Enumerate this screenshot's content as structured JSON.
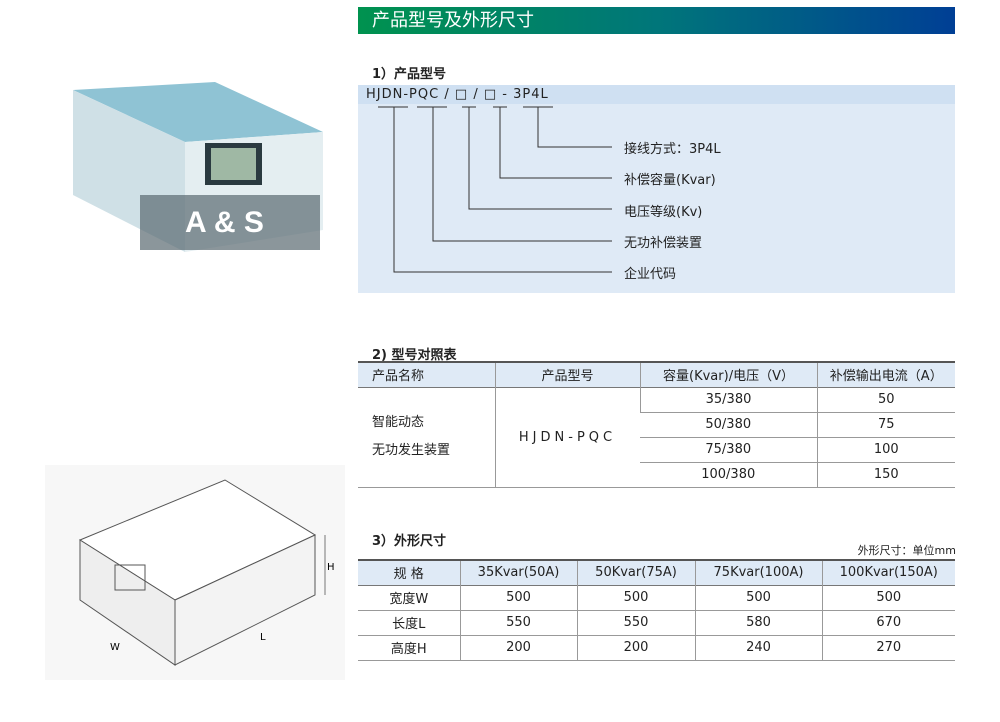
{
  "banner": {
    "title": "产品型号及外形尺寸"
  },
  "section1": {
    "title": "1）产品型号",
    "code_parts": [
      "HJDN",
      "-PQC",
      "/",
      "□",
      "/",
      "□",
      "-",
      "3P4L"
    ],
    "labels": [
      "接线方式：3P4L",
      "补偿容量(Kvar)",
      "电压等级(Kv)",
      "无功补偿装置",
      "企业代码"
    ]
  },
  "section2": {
    "title": "2) 型号对照表",
    "headers": [
      "产品名称",
      "产品型号",
      "容量(Kvar)/电压（V）",
      "补偿输出电流（A）"
    ],
    "name_lines": [
      "智能动态",
      "无功发生装置"
    ],
    "model": "HJDN-PQC",
    "rows": [
      [
        "35/380",
        "50"
      ],
      [
        "50/380",
        "75"
      ],
      [
        "75/380",
        "100"
      ],
      [
        "100/380",
        "150"
      ]
    ]
  },
  "section3": {
    "title": "3）外形尺寸",
    "unit_note": "外形尺寸：单位mm",
    "headers": [
      "规 格",
      "35Kvar(50A)",
      "50Kvar(75A)",
      "75Kvar(100A)",
      "100Kvar(150A)"
    ],
    "rows": [
      [
        "宽度W",
        "500",
        "500",
        "500",
        "500"
      ],
      [
        "长度L",
        "550",
        "550",
        "580",
        "670"
      ],
      [
        "高度H",
        "200",
        "200",
        "240",
        "270"
      ]
    ]
  },
  "product_photo": {
    "logo_text": "A & S"
  },
  "drawing": {
    "dim_labels": [
      "H",
      "W",
      "L"
    ]
  }
}
